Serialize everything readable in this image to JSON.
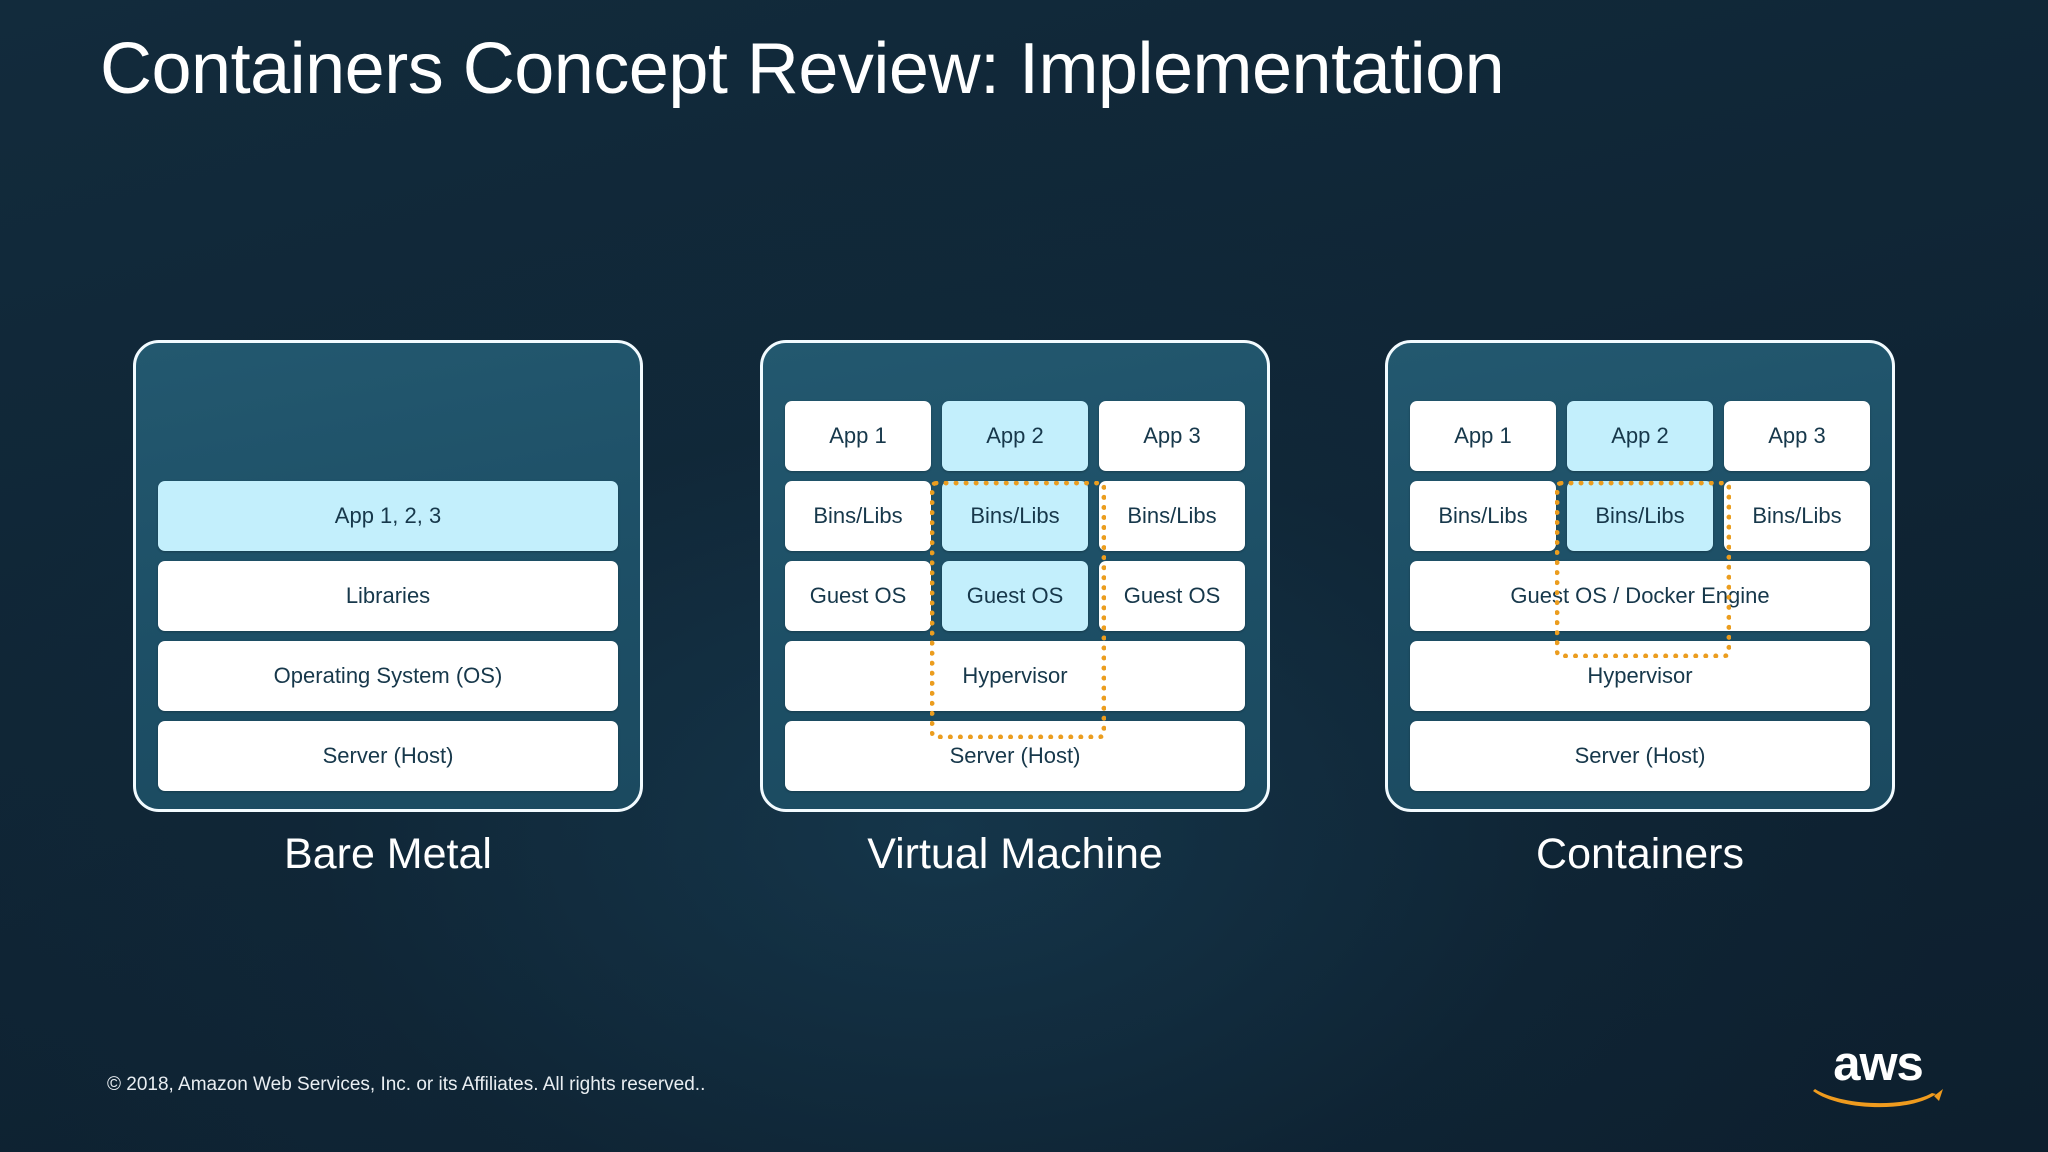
{
  "slide": {
    "title": "Containers Concept Review: Implementation",
    "background_color": "#10293a",
    "accent_highlight_color": "#c3effc",
    "dotted_outline_color": "#eb9d1f",
    "panel_fill_color": "#1d4f66",
    "panel_border_color": "#f2fbff",
    "cell_text_color": "#17384b"
  },
  "panels": [
    {
      "id": "bare-metal",
      "caption": "Bare Metal",
      "rows": [
        {
          "cells": [
            {
              "label": "App 1, 2, 3",
              "highlight": true
            }
          ]
        },
        {
          "cells": [
            {
              "label": "Libraries",
              "highlight": false
            }
          ]
        },
        {
          "cells": [
            {
              "label": "Operating System (OS)",
              "highlight": false
            }
          ]
        },
        {
          "cells": [
            {
              "label": "Server (Host)",
              "highlight": false
            }
          ]
        }
      ],
      "dotted_outline": false
    },
    {
      "id": "virtual-machine",
      "caption": "Virtual Machine",
      "rows": [
        {
          "cells": [
            {
              "label": "App 1",
              "highlight": false
            },
            {
              "label": "App 2",
              "highlight": true
            },
            {
              "label": "App 3",
              "highlight": false
            }
          ]
        },
        {
          "cells": [
            {
              "label": "Bins/Libs",
              "highlight": false
            },
            {
              "label": "Bins/Libs",
              "highlight": true
            },
            {
              "label": "Bins/Libs",
              "highlight": false
            }
          ]
        },
        {
          "cells": [
            {
              "label": "Guest OS",
              "highlight": false
            },
            {
              "label": "Guest OS",
              "highlight": true
            },
            {
              "label": "Guest OS",
              "highlight": false
            }
          ]
        },
        {
          "cells": [
            {
              "label": "Hypervisor",
              "highlight": false
            }
          ]
        },
        {
          "cells": [
            {
              "label": "Server (Host)",
              "highlight": false
            }
          ]
        }
      ],
      "dotted_outline": true,
      "dotted_spans_rows": 3,
      "dotted_column_index": 1
    },
    {
      "id": "containers",
      "caption": "Containers",
      "rows": [
        {
          "cells": [
            {
              "label": "App 1",
              "highlight": false
            },
            {
              "label": "App 2",
              "highlight": true
            },
            {
              "label": "App 3",
              "highlight": false
            }
          ]
        },
        {
          "cells": [
            {
              "label": "Bins/Libs",
              "highlight": false
            },
            {
              "label": "Bins/Libs",
              "highlight": true
            },
            {
              "label": "Bins/Libs",
              "highlight": false
            }
          ]
        },
        {
          "cells": [
            {
              "label": "Guest OS / Docker Engine",
              "highlight": false
            }
          ]
        },
        {
          "cells": [
            {
              "label": "Hypervisor",
              "highlight": false
            }
          ]
        },
        {
          "cells": [
            {
              "label": "Server (Host)",
              "highlight": false
            }
          ]
        }
      ],
      "dotted_outline": true,
      "dotted_spans_rows": 2,
      "dotted_column_index": 1
    }
  ],
  "footer": {
    "copyright": "© 2018, Amazon Web Services, Inc. or its Affiliates. All rights reserved..",
    "logo_wordmark": "aws",
    "logo_smile_color": "#ef9b1e"
  }
}
